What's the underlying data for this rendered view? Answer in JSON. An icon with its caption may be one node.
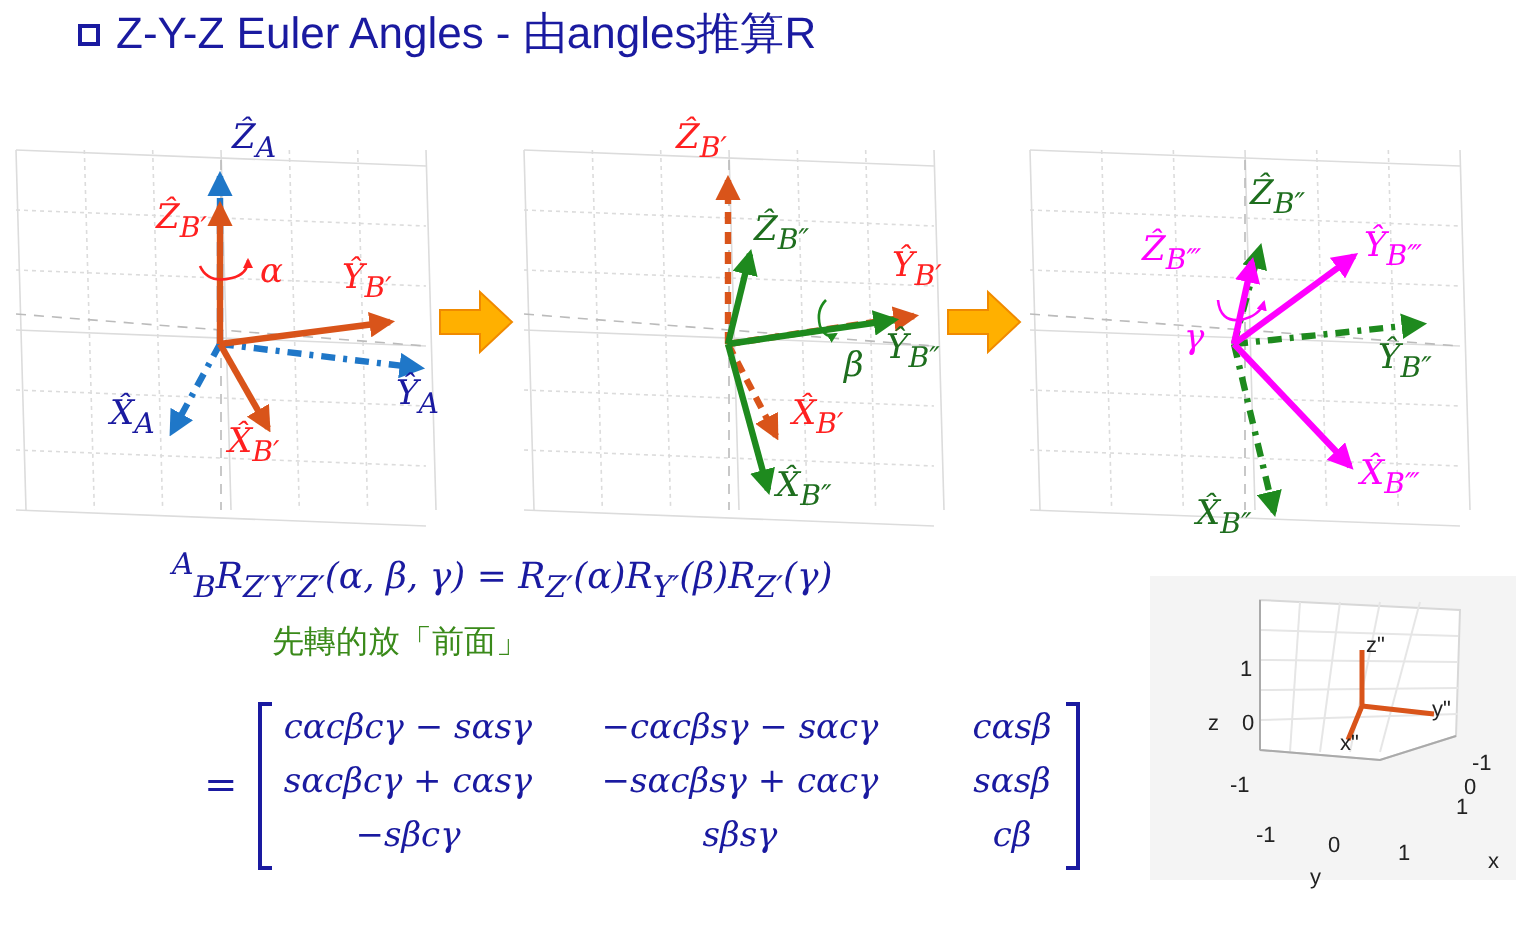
{
  "diagram": {
    "title": "Z-Y-Z Euler Angles - 由angles推算R",
    "labels": [
      "Ẑ$_{A}$",
      "Ẑ$_{B′}$",
      "α",
      "Ŷ$_{B′}$",
      "Ŷ$_{A}$",
      "X̂$_{A}$",
      "X̂$_{B′}$",
      "Ẑ$_{B′}$",
      "Ẑ$_{B″}$",
      "Ŷ$_{B′}$",
      "β",
      "Ŷ$_{B″}$",
      "X̂$_{B′}$",
      "X̂$_{B″}$",
      "Ẑ$_{B″}$",
      "Ẑ$_{B‴}$",
      "Ŷ$_{B‴}$",
      "γ",
      "Ŷ$_{B″}$",
      "X̂$_{B‴}$",
      "X̂$_{B″}$",
      "$^{A}$$_{B}$R$_{Z′Y′Z′}$(α, β, γ) = R$_{Z′}$(α)R$_{Y′}$(β)R$_{Z′}$(γ)",
      "先轉的放「前面」",
      "=",
      "cαcβcγ − sαsγ",
      "−cαcβsγ − sαcγ",
      "cαsβ",
      "sαcβcγ + cαsγ",
      "−sαcβsγ + cαcγ",
      "sαsβ",
      "−sβcγ",
      "sβsγ",
      "cβ",
      "z\"",
      "1",
      "y\"",
      "z",
      "0",
      "x\"",
      "-1",
      "-1",
      "0",
      "1",
      "-1",
      "0",
      "1",
      "x",
      "y"
    ]
  }
}
